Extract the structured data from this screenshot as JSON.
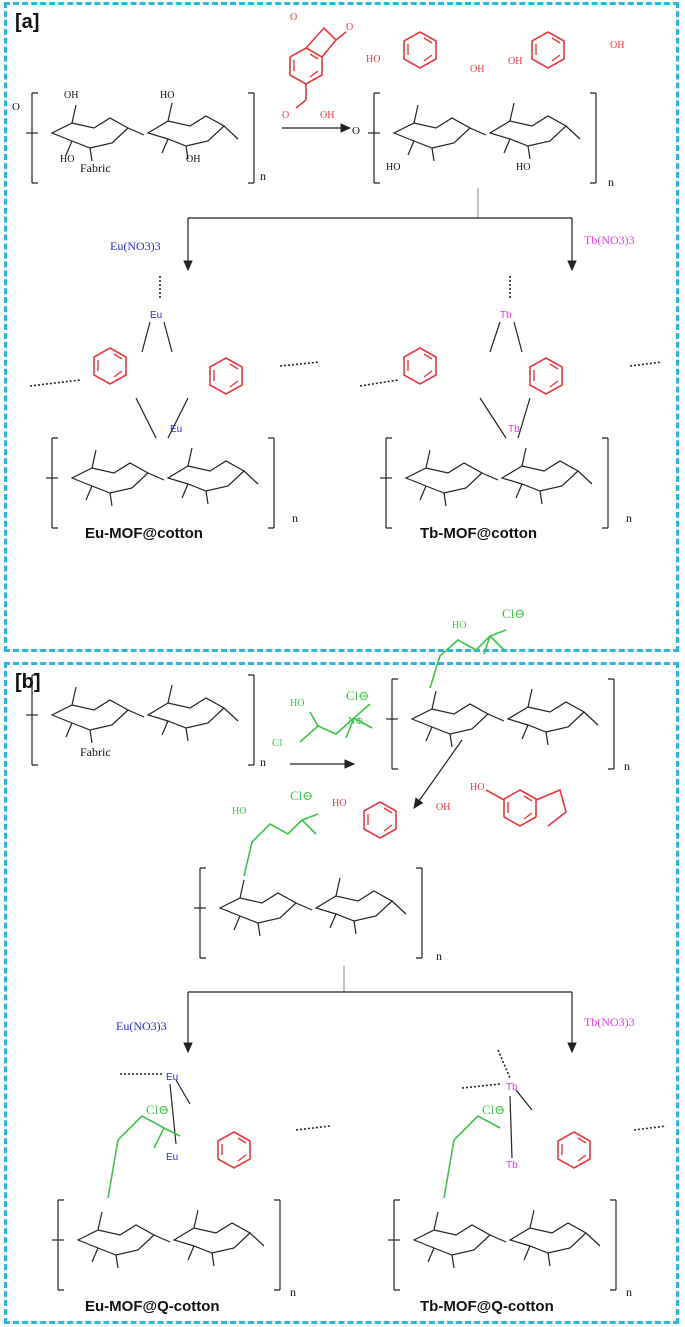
{
  "colors": {
    "border": "#29b6e0",
    "black": "#111111",
    "red": "#e8383d",
    "blue": "#2b2bd6",
    "magenta": "#e33be3",
    "green": "#3cc44a"
  },
  "panel_a": {
    "label": "[a]",
    "fabric_label": "Fabric",
    "reagent_eu": "Eu(NO3)3",
    "reagent_tb": "Tb(NO3)3",
    "product_eu": "Eu-MOF@cotton",
    "product_tb": "Tb-MOF@cotton"
  },
  "panel_b": {
    "label": "[b]",
    "fabric_label": "Fabric",
    "reagent_eu": "Eu(NO3)3",
    "reagent_tb": "Tb(NO3)3",
    "product_eu": "Eu-MOF@Q-cotton",
    "product_tb": "Tb-MOF@Q-cotton"
  },
  "atoms": {
    "OH": "OH",
    "HO": "HO",
    "O": "O",
    "n": "n",
    "Eu": "Eu",
    "Tb": "Tb",
    "Cl_minus": "Cl⊖",
    "Cl": "Cl",
    "N_plus": "N⊕"
  }
}
